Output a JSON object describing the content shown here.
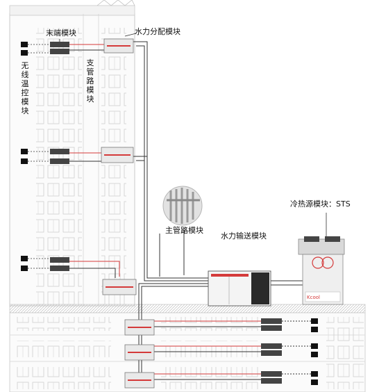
{
  "labels": {
    "terminal_module": "末端模块",
    "hydraulic_distribution_module": "水力分配模块",
    "branch_module": "支管路模块",
    "wireless_thermostat_module": "无线温控模块",
    "main_pipe_module": "主管路模块",
    "hydraulic_transport_module": "水力输送模块",
    "heat_cold_source_module": "冷热源模块：STS"
  },
  "brand": "Kcool",
  "colors": {
    "supply_pipe": "#d43a3a",
    "return_pipe": "#222222",
    "building_line": "#c9c9c9"
  }
}
